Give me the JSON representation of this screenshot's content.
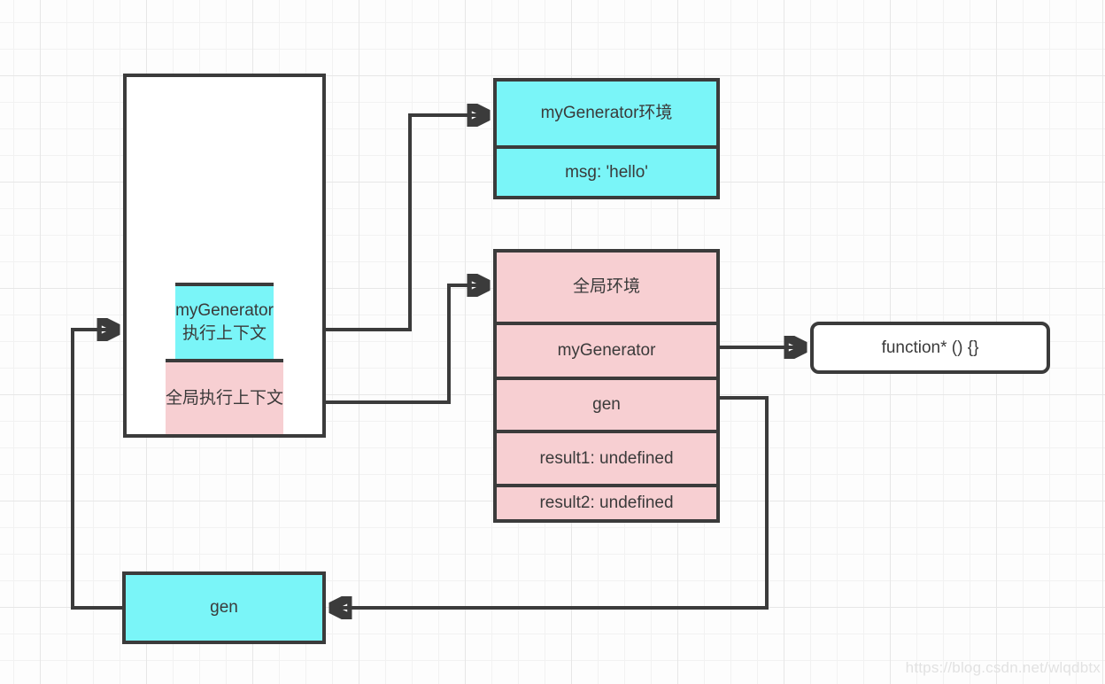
{
  "colors": {
    "cyan": "#7af5f8",
    "pink": "#f7cfd2",
    "stroke": "#3b3b3b",
    "text": "#3a3a3a",
    "bg": "#fdfdfd",
    "grid_minor": "#f2f2f2",
    "grid_major": "#e7e7e7",
    "watermark": "#e2e2e2"
  },
  "call_stack": {
    "top_frame": {
      "line1": "myGenerator",
      "line2": "执行上下文"
    },
    "bottom_frame": {
      "label": "全局执行上下文"
    }
  },
  "generator_env": {
    "title": "myGenerator环境",
    "rows": [
      "msg: 'hello'"
    ]
  },
  "global_env": {
    "title": "全局环境",
    "rows": [
      "myGenerator",
      "gen",
      "result1: undefined",
      "result2: undefined"
    ]
  },
  "function_node": {
    "label": "function* () {}"
  },
  "gen_node": {
    "label": "gen"
  },
  "watermark": "https://blog.csdn.net/wlqdbtx"
}
